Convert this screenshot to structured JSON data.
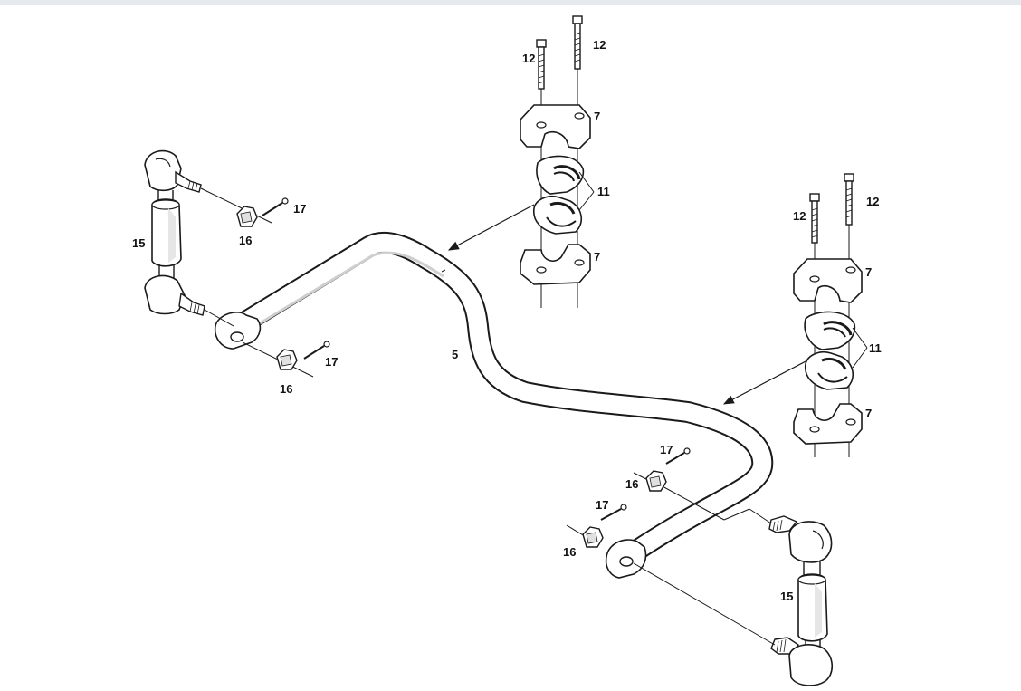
{
  "diagram": {
    "callouts": {
      "c12_top_center_right": "12",
      "c12_top_center_left": "12",
      "c7_upper_center": "7",
      "c11_center": "11",
      "c7_lower_center": "7",
      "c12_right_right": "12",
      "c12_right_left": "12",
      "c7_upper_right": "7",
      "c11_right": "11",
      "c7_lower_right": "7",
      "c17_left_upper": "17",
      "c16_left_upper": "16",
      "c15_left": "15",
      "c17_left_lower": "17",
      "c16_left_lower": "16",
      "c5_bar": "5",
      "c17_right_upper": "17",
      "c16_right_upper": "16",
      "c17_right_lower": "17",
      "c16_right_lower": "16",
      "c15_right": "15"
    },
    "colors": {
      "line": "#1a1a1a",
      "part_fill": "#ffffff",
      "shade": "#dcdcdc",
      "background": "#ffffff"
    }
  }
}
